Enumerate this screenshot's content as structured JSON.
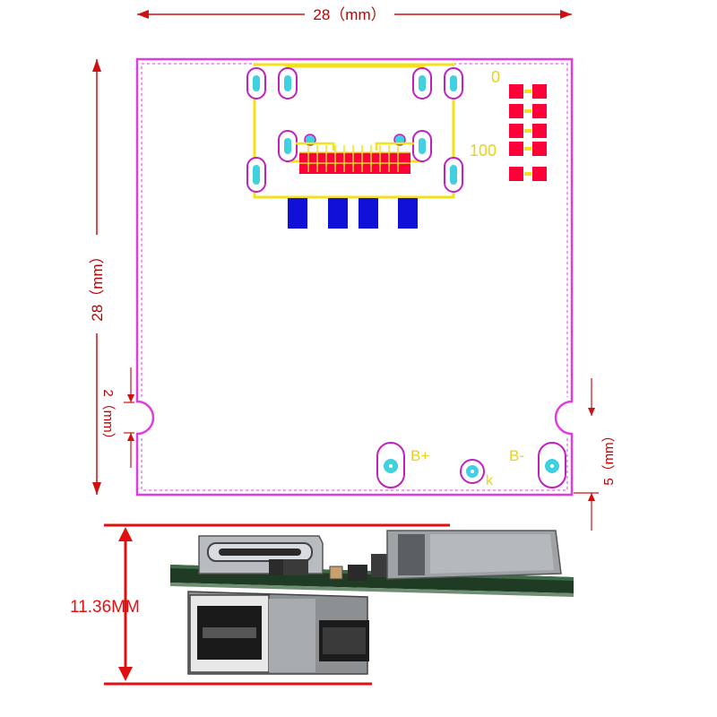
{
  "dimensions": {
    "width_label": "28（mm）",
    "height_label": "28（mm）",
    "notch_left_label": "2（mm）",
    "notch_right_label": "5（mm）",
    "thickness_label": "11.36MM"
  },
  "silkscreen": {
    "top_number": "0",
    "mid_number": "100",
    "pad_b_plus": "B+",
    "pad_b_minus": "B-",
    "pad_k": "k"
  },
  "colors": {
    "board_outline": "#e03ce0",
    "dimension_line": "#d01010",
    "copper_pad": "#ff0038",
    "smd_pad_blue": "#1010d8",
    "silkscreen": "#f2e21a",
    "drill": "#40d0e0"
  },
  "icons": {
    "product_photo": "pcb-side-view-icon"
  }
}
